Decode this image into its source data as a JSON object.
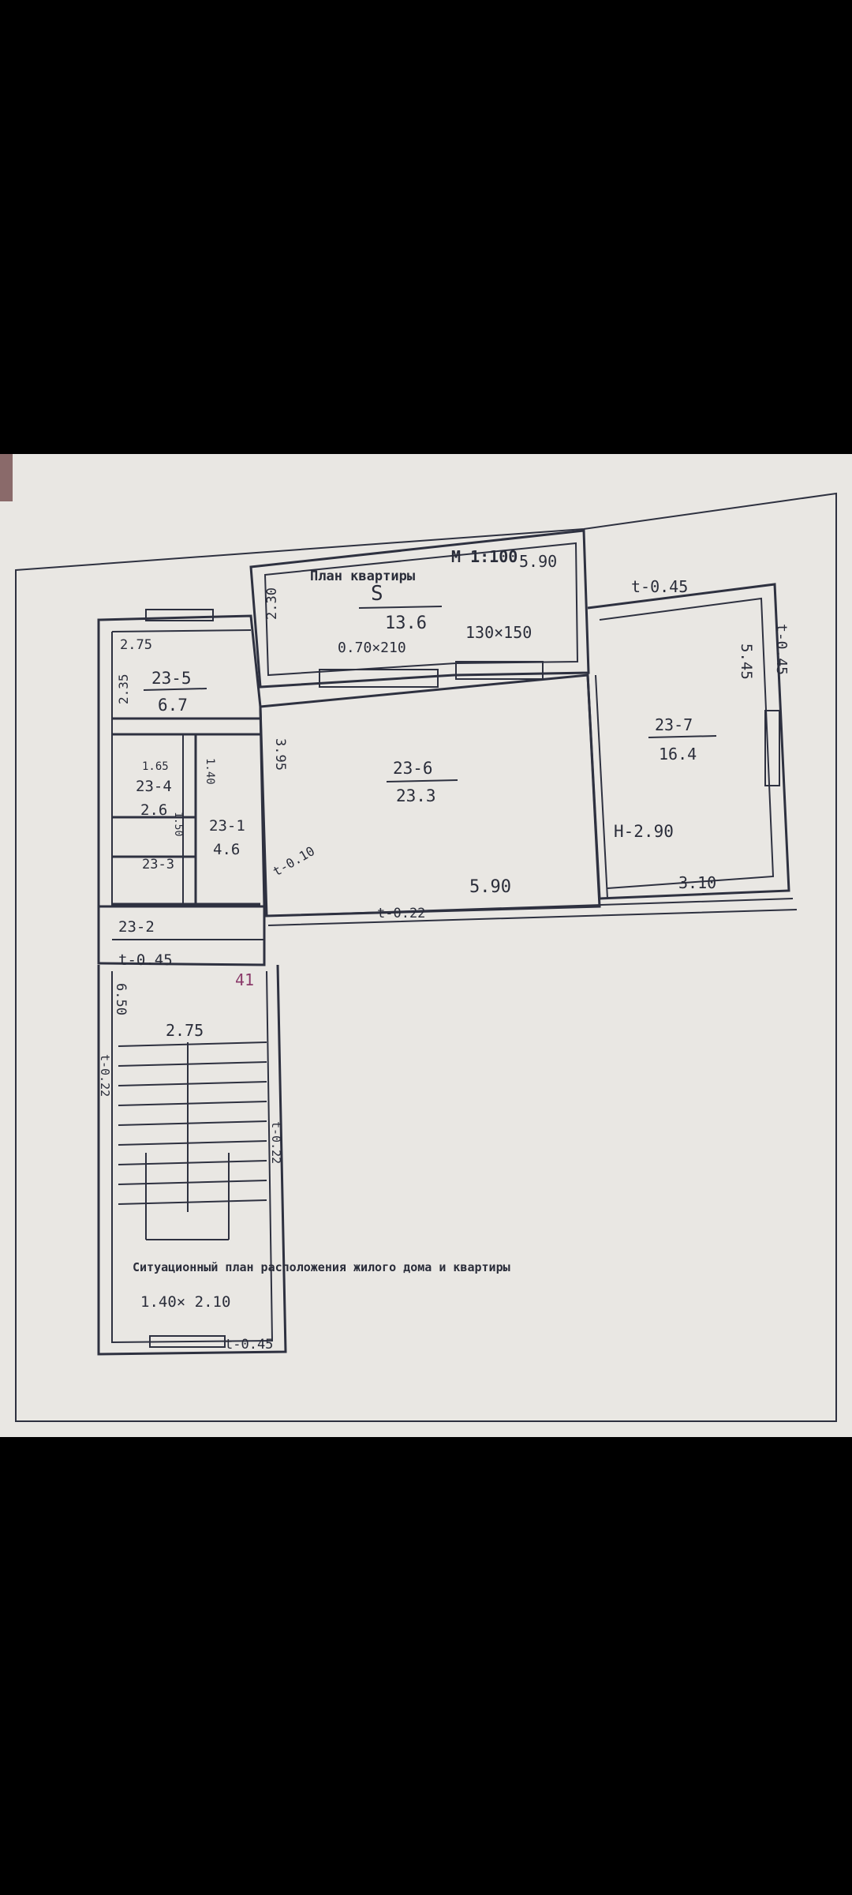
{
  "plan": {
    "title": "План квартиры",
    "scale": "M 1:100",
    "caption": "Ситуационный план расположения жилого дома и квартиры",
    "rooms": [
      {
        "id": "S",
        "area": "13.6"
      },
      {
        "id": "23-5",
        "area": "6.7"
      },
      {
        "id": "23-4",
        "area": "2.6"
      },
      {
        "id": "23-1",
        "area": "4.6"
      },
      {
        "id": "23-3",
        "area": ""
      },
      {
        "id": "23-2",
        "area": ""
      },
      {
        "id": "23-6",
        "area": "23.3"
      },
      {
        "id": "23-7",
        "area": "16.4"
      }
    ],
    "dimensions": {
      "top_width": "5.90",
      "balcony_depth": "2.30",
      "door_main": "0.70×210",
      "window_main": "130×150",
      "left_width": "2.75",
      "left_height": "2.35",
      "bath_width": "1.65",
      "bath_height": "1.40",
      "bath_side": "1.50",
      "living_height": "3.95",
      "living_width": "5.90",
      "bedroom_width": "3.10",
      "bedroom_height": "5.45",
      "ceiling_height": "H-2.90",
      "stair_length": "6.50",
      "stair_width": "2.75",
      "entry_door": "1.40× 2.10"
    },
    "wall_marks": {
      "top_right": "t-0.45",
      "right": "t-0.45",
      "living_inner": "t-0.10",
      "bottom": "t-0.22",
      "left_inner": "t-0.45",
      "stair_left": "t-0.22",
      "stair_right": "t-0.22",
      "entry": "t-0.45"
    },
    "marker": "41"
  }
}
